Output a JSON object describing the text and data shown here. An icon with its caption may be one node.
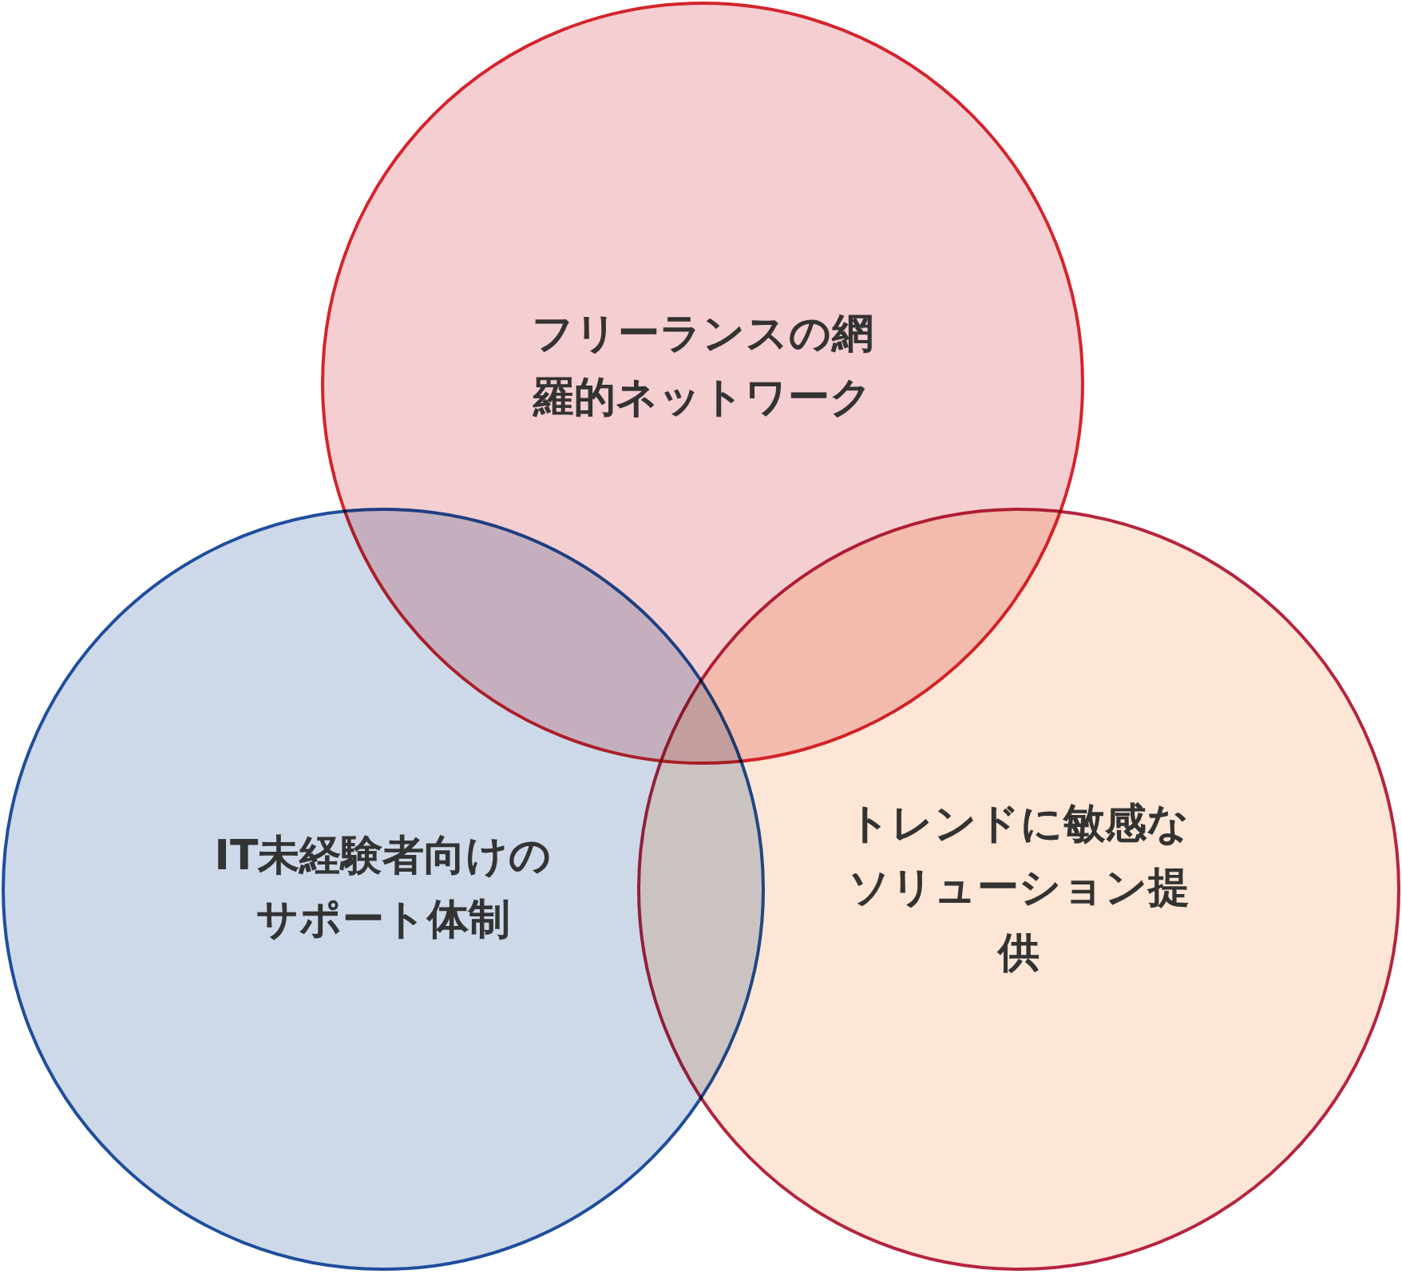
{
  "diagram": {
    "nodes": [
      {
        "text": [
          "フリーランスの網羅的ネットワーク"
        ]
      },
      {
        "text": [
          "IT未経験者向けのサポート体制"
        ]
      },
      {
        "text": [
          "トレンドに敏感なソリューション提供"
        ]
      }
    ]
  }
}
